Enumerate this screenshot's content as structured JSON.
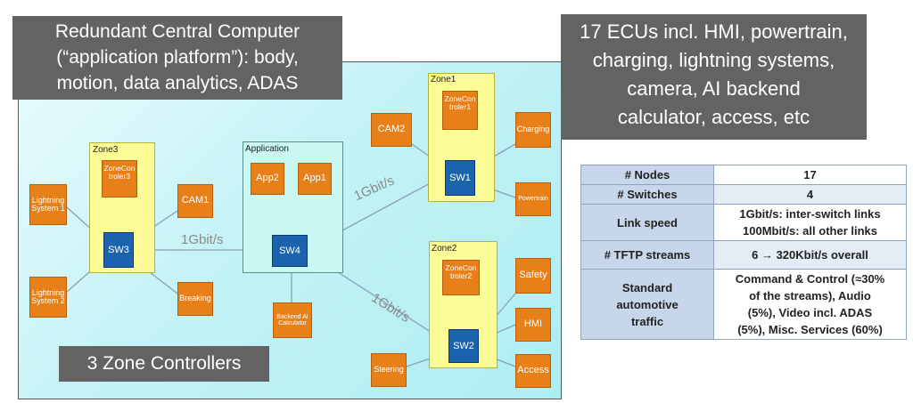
{
  "banners": {
    "left_lines": [
      "Redundant Central Computer",
      "(“application platform”): body,",
      "motion, data analytics, ADAS"
    ],
    "right_lines": [
      "17 ECUs incl. HMI, powertrain,",
      "charging, lightning systems,",
      "camera, AI backend",
      "calculator, access, etc"
    ],
    "zones": "3 Zone Controllers"
  },
  "diagram": {
    "zones": {
      "zone3": "Zone3",
      "zone1": "Zone1",
      "zone2": "Zone2",
      "application": "Application"
    },
    "controllers": {
      "zc3": "ZoneCon troler3",
      "zc1": "ZoneCon troler1",
      "zc2": "ZoneCon troler2"
    },
    "switches": {
      "sw1": "SW1",
      "sw2": "SW2",
      "sw3": "SW3",
      "sw4": "SW4"
    },
    "ecus": {
      "lightning1": "Lightning System 1",
      "lightning2": "Lightning System 2",
      "cam1": "CAM1",
      "breaking": "Breaking",
      "app2": "App2",
      "app1": "App1",
      "backend_ai": "Backend AI Calculator",
      "cam2": "CAM2",
      "charging": "Charging",
      "powertrain": "Powertrain",
      "safety": "Safety",
      "hmi": "HMI",
      "steering": "Steering",
      "access": "Access"
    },
    "link_labels": {
      "sw3_sw4": "1Gbit/s",
      "sw4_sw1": "1Gbit/s",
      "sw4_sw2": "1Gbit/s"
    }
  },
  "table": {
    "rows": [
      {
        "key": "# Nodes",
        "value_lines": [
          "17"
        ]
      },
      {
        "key": "# Switches",
        "value_lines": [
          "4"
        ]
      },
      {
        "key": "Link speed",
        "value_lines": [
          "1Gbit/s: inter-switch links",
          "100Mbit/s: all other links"
        ]
      },
      {
        "key": "# TFTP streams",
        "value_lines": [
          "6 → 320Kbit/s overall"
        ]
      },
      {
        "key_lines": [
          "Standard",
          "automotive",
          "traffic"
        ],
        "value_lines": [
          "Command & Control (≈30%",
          "of the streams), Audio",
          "(5%), Video incl. ADAS",
          "(5%), Misc. Services (60%)"
        ]
      }
    ]
  },
  "colors": {
    "ecu": "#e8801a",
    "switch": "#1c63ae",
    "zone": "#fcfc96",
    "banner": "#636363",
    "table_header": "#c7d6ea"
  }
}
